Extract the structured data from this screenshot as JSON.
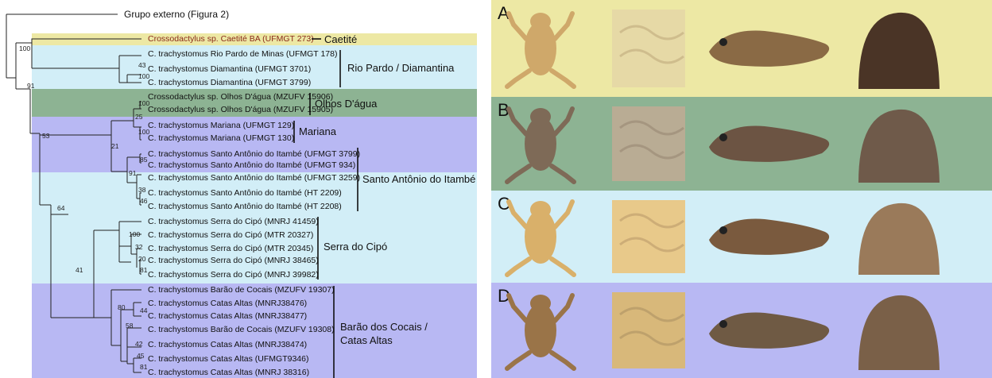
{
  "colors": {
    "caetite": "#ede8a4",
    "light_blue": "#d2eef7",
    "green": "#8db393",
    "lavender": "#b8b8f3",
    "leaf_label": "#8a2a1a"
  },
  "outgroup": "Grupo externo (Figura 2)",
  "leaves": [
    "Crossodactylus sp. Caetité BA (UFMGT 273)",
    "C. trachystomus Rio Pardo de Minas (UFMGT 178)",
    "C. trachystomus Diamantina (UFMGT 3701)",
    "C. trachystomus Diamantina (UFMGT 3799)",
    "Crossodactylus sp. Olhos D'água (MZUFV 15906)",
    "Crossodactylus sp. Olhos D'água (MZUFV 15905)",
    "C. trachystomus Mariana (UFMGT 129)",
    "C. trachystomus Mariana (UFMGT 130)",
    "C. trachystomus Santo Antônio do Itambé (UFMGT 3799)",
    "C. trachystomus Santo Antônio do Itambé (UFMGT 934)",
    "C. trachystomus Santo Antônio do Itambé (UFMGT 3259)",
    "C. trachystomus Santo Antônio do Itambé (HT 2209)",
    "C. trachystomus Santo Antônio do Itambé (HT 2208)",
    "C. trachystomus Serra do Cipó (MNRJ 41459)",
    "C. trachystomus Serra do Cipó (MTR 20327)",
    "C. trachystomus Serra do Cipó (MTR 20345)",
    "C. trachystomus Serra do Cipó (MNRJ 38465)",
    "C. trachystomus Serra do Cipó (MNRJ 39982)",
    "C. trachystomus Barão de Cocais (MZUFV 19307)",
    "C. trachystomus Catas Altas (MNRJ38476)",
    "C. trachystomus Catas Altas (MNRJ38477)",
    "C. trachystomus Barão de Cocais (MZUFV 19308)",
    "C. trachystomus Catas Altas (MNRJ38474)",
    "C. trachystomus Catas Altas (UFMGT9346)",
    "C. trachystomus Catas Altas (MNRJ 38316)"
  ],
  "bootstrap": [
    "100",
    "91",
    "53",
    "64",
    "41",
    "21",
    "25",
    "91",
    "43",
    "100",
    "100",
    "100",
    "85",
    "38",
    "46",
    "100",
    "32",
    "20",
    "81",
    "80",
    "58",
    "44",
    "42",
    "45",
    "81"
  ],
  "clades": {
    "caetite": "Caetité",
    "rio_pardo": "Rio Pardo / Diamantina",
    "olhos": "Olhos D'água",
    "mariana": "Mariana",
    "santo_antonio": "Santo Antônio do Itambé",
    "serra_cipo": "Serra do Cipó",
    "barao_1": "Barão dos Cocais /",
    "barao_2": "Catas Altas"
  },
  "panels": [
    {
      "letter": "A",
      "bg": "#ede8a4",
      "frog": "#cfa86a",
      "skin": "#e6d9a6",
      "side": "#8a6a45",
      "head": "#4a3426"
    },
    {
      "letter": "B",
      "bg": "#8db393",
      "frog": "#7e6a57",
      "skin": "#b9ac94",
      "side": "#6c5443",
      "head": "#6f5a4a"
    },
    {
      "letter": "C",
      "bg": "#d2eef7",
      "frog": "#d9b06a",
      "skin": "#e8c98a",
      "side": "#7a5a3e",
      "head": "#9a7a5a"
    },
    {
      "letter": "D",
      "bg": "#b8b8f3",
      "frog": "#9a7448",
      "skin": "#d8b87a",
      "side": "#6f5a44",
      "head": "#7a6048"
    }
  ]
}
